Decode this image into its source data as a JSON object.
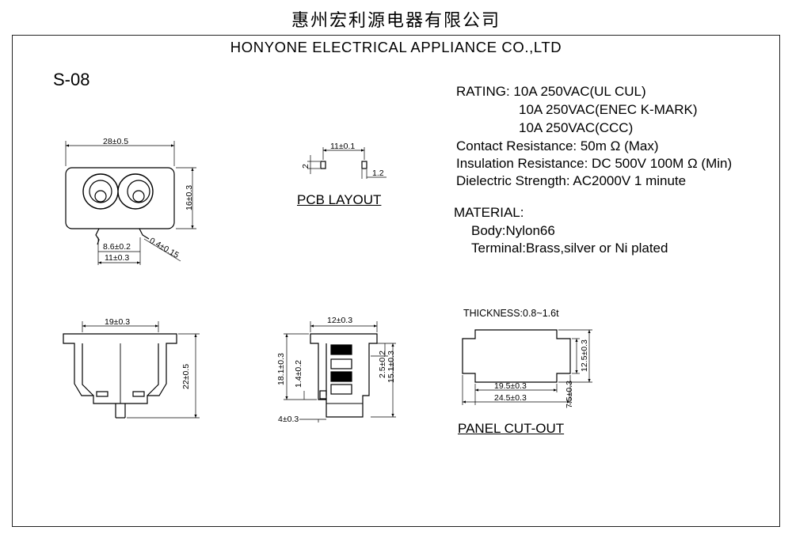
{
  "header": {
    "company_cn": "惠州宏利源电器有限公司",
    "company_en": "HONYONE  ELECTRICAL  APPLIANCE  CO.,LTD"
  },
  "model": "S-08",
  "specs": {
    "rating_1": "RATING: 10A 250VAC(UL CUL)",
    "rating_2": "10A 250VAC(ENEC K-MARK)",
    "rating_3": "10A 250VAC(CCC)",
    "contact_resistance": "Contact Resistance: 50m Ω (Max)",
    "insulation_resistance": "Insulation Resistance: DC 500V 100M Ω  (Min)",
    "dielectric_strength": "Dielectric Strength: AC2000V 1 minute"
  },
  "material": {
    "title": "MATERIAL:",
    "body": "Body:Nylon66",
    "terminal": "Terminal:Brass,silver or Ni plated"
  },
  "labels": {
    "pcb_layout": "PCB LAYOUT",
    "panel_cutout": "PANEL CUT-OUT",
    "thickness": "THICKNESS:0.8~1.6t"
  },
  "dims": {
    "front_width": "28±0.5",
    "front_height": "16±0.3",
    "front_pitch_inner": "8.6±0.2",
    "front_pitch": "11±0.3",
    "front_pin": "0.4±0.15",
    "pcb_pitch": "11±0.1",
    "pcb_slot_h": "2",
    "pcb_slot_w": "1.2",
    "side_width": "19±0.3",
    "side_height": "22±0.5",
    "prof_top": "12±0.3",
    "prof_h1": "18.1±0.3",
    "prof_h2": "1.4±0.2",
    "prof_h3": "2.5±0.2",
    "prof_h4": "15.1±0.3",
    "prof_bottom": "4±0.3",
    "cut_inner": "19.5±0.3",
    "cut_outer": "24.5±0.3",
    "cut_h_outer": "12.5±0.3",
    "cut_h_inner": "7.5±0.3"
  }
}
